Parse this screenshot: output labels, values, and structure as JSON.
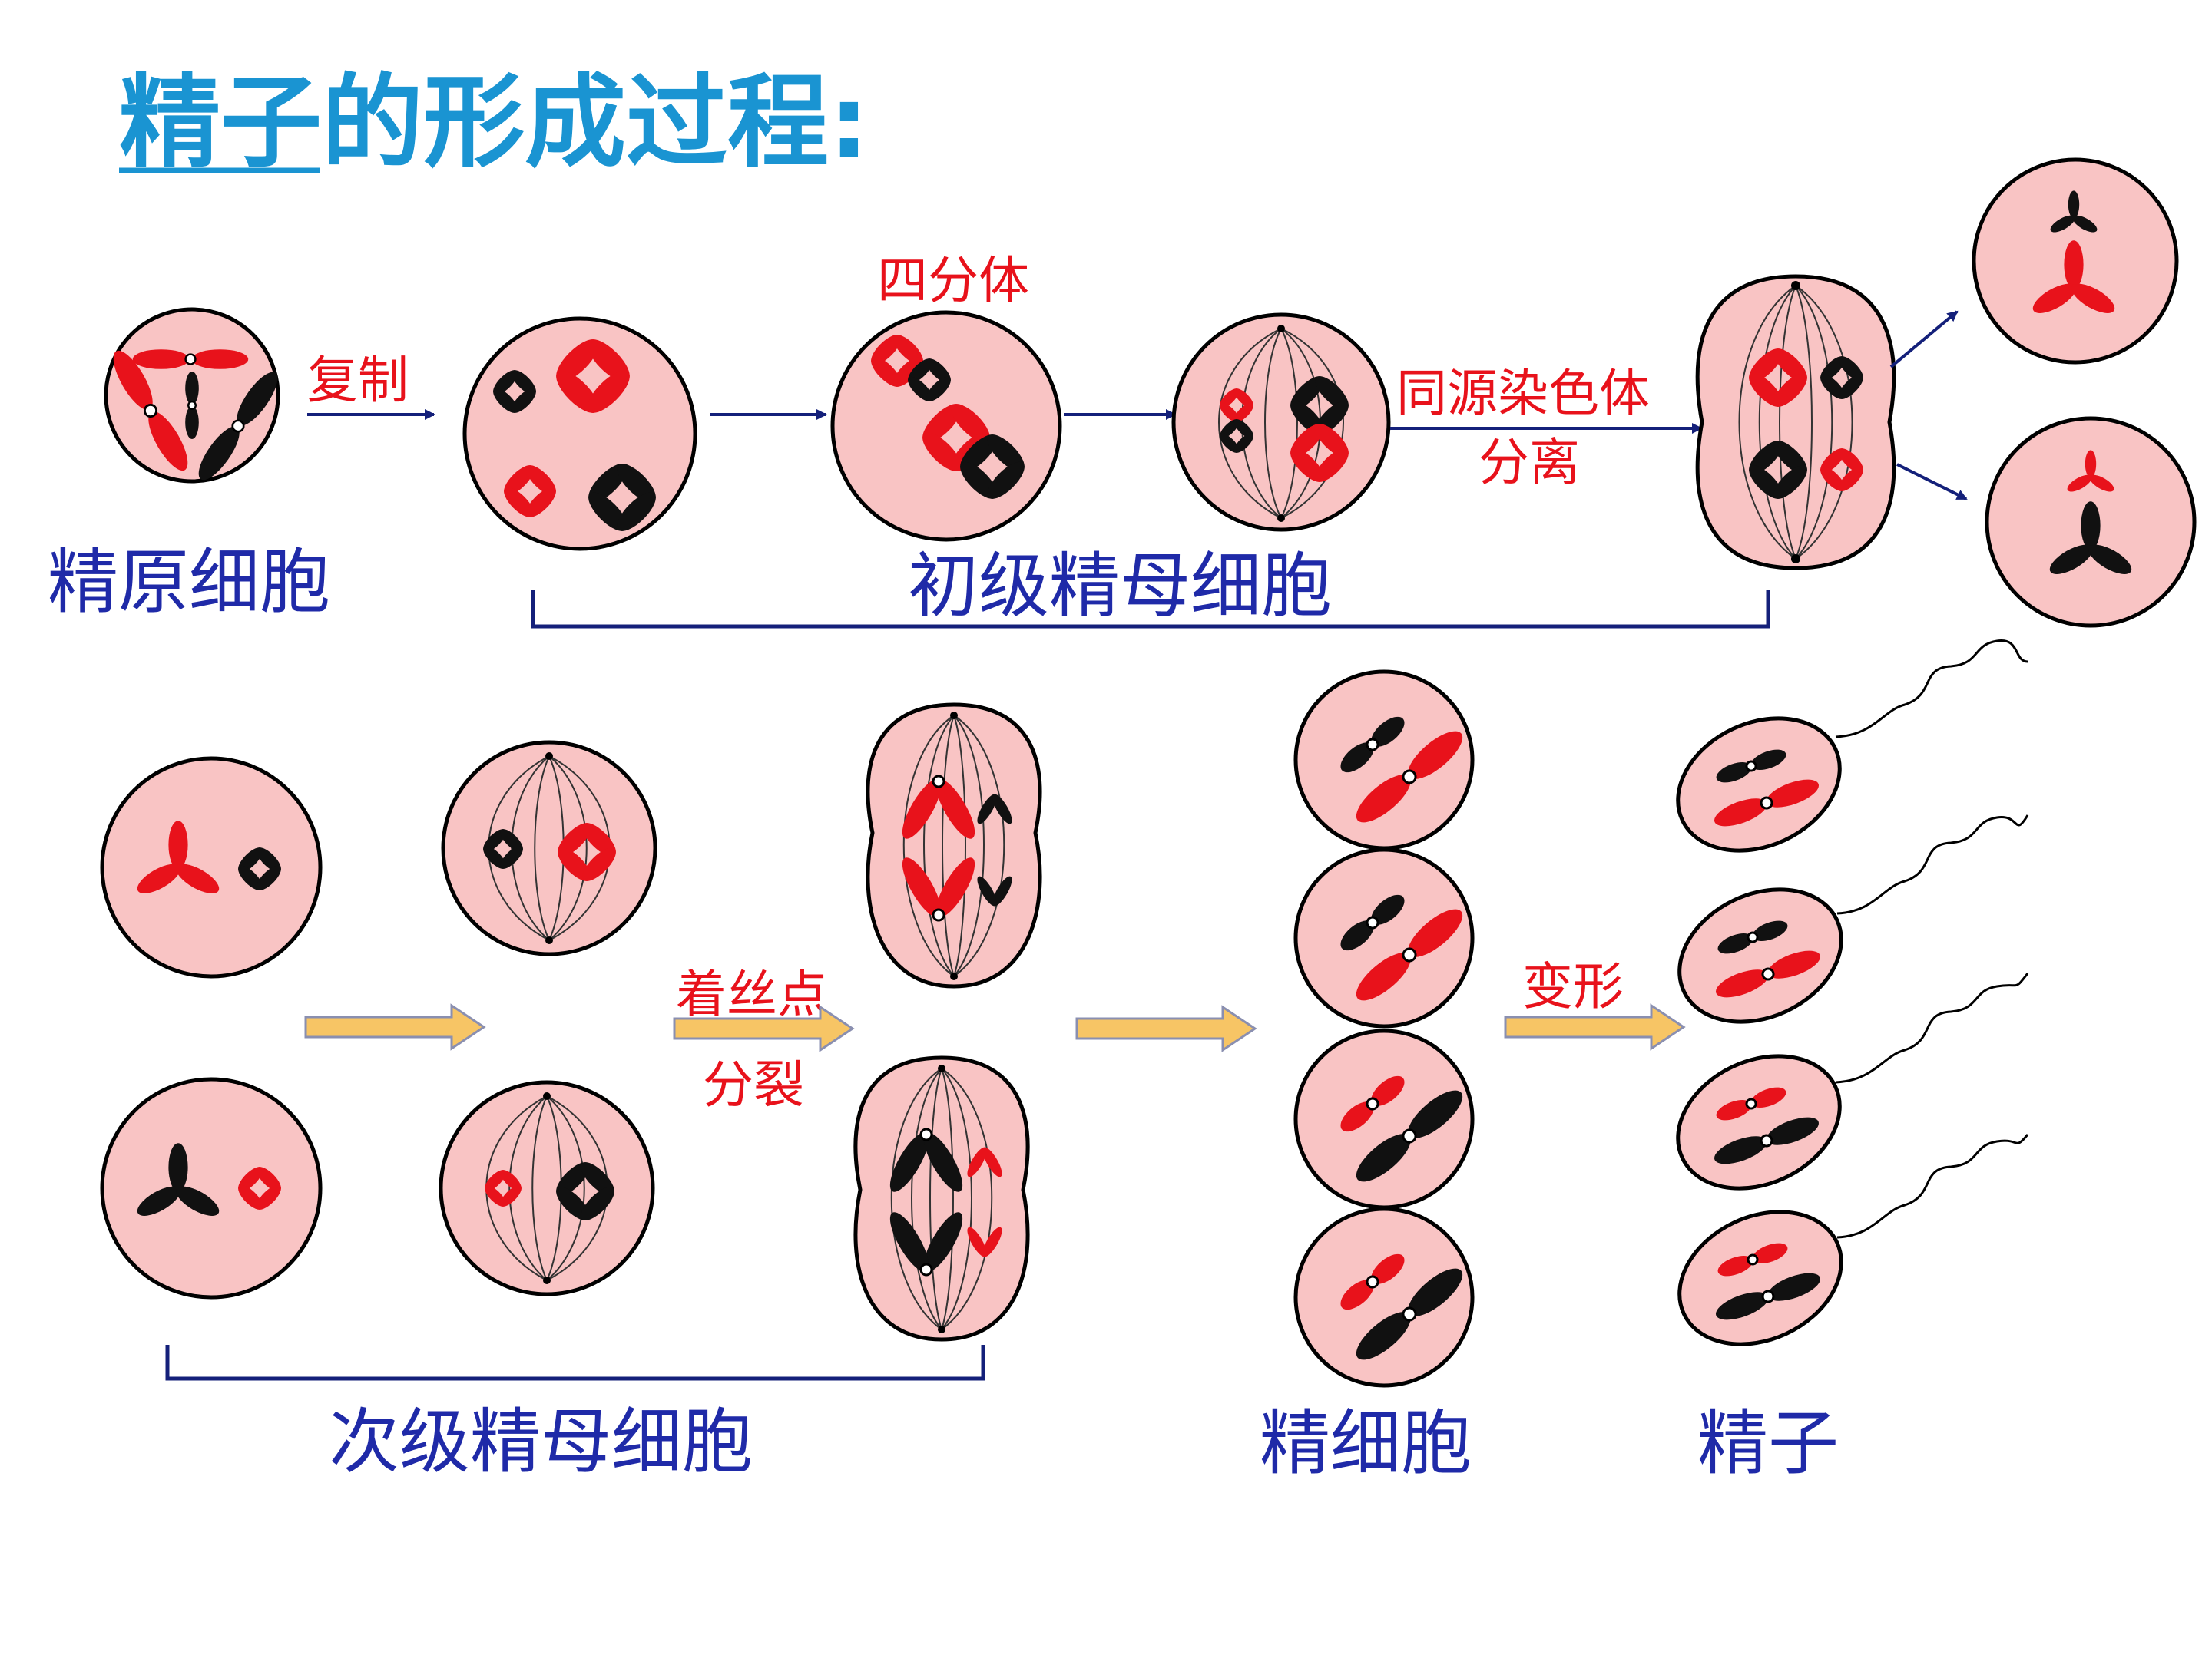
{
  "title": {
    "text": "精子的形成过程:",
    "underlined": "精子"
  },
  "stages": {
    "spermatogonium": "精原细胞",
    "primary_spermatocyte": "初级精母细胞",
    "secondary_spermatocyte": "次级精母细胞",
    "spermatid": "精细胞",
    "sperm": "精子"
  },
  "steps": {
    "replication": "复制",
    "tetrad": "四分体",
    "homolog_separation_line1": "同源染色体",
    "homolog_separation_line2": "分离",
    "centromere_line1": "着丝点",
    "centromere_line2": "分裂",
    "transformation": "变形"
  },
  "colors": {
    "title": "#1a94d2",
    "stage_label": "#1f2aa8",
    "step_label": "#e8121b",
    "cell_fill": "#f9c4c4",
    "chromosome_red": "#e8121b",
    "chromosome_black": "#111111",
    "arrow_fill": "#f7c565",
    "arrow_stroke": "#8a8fb0"
  }
}
